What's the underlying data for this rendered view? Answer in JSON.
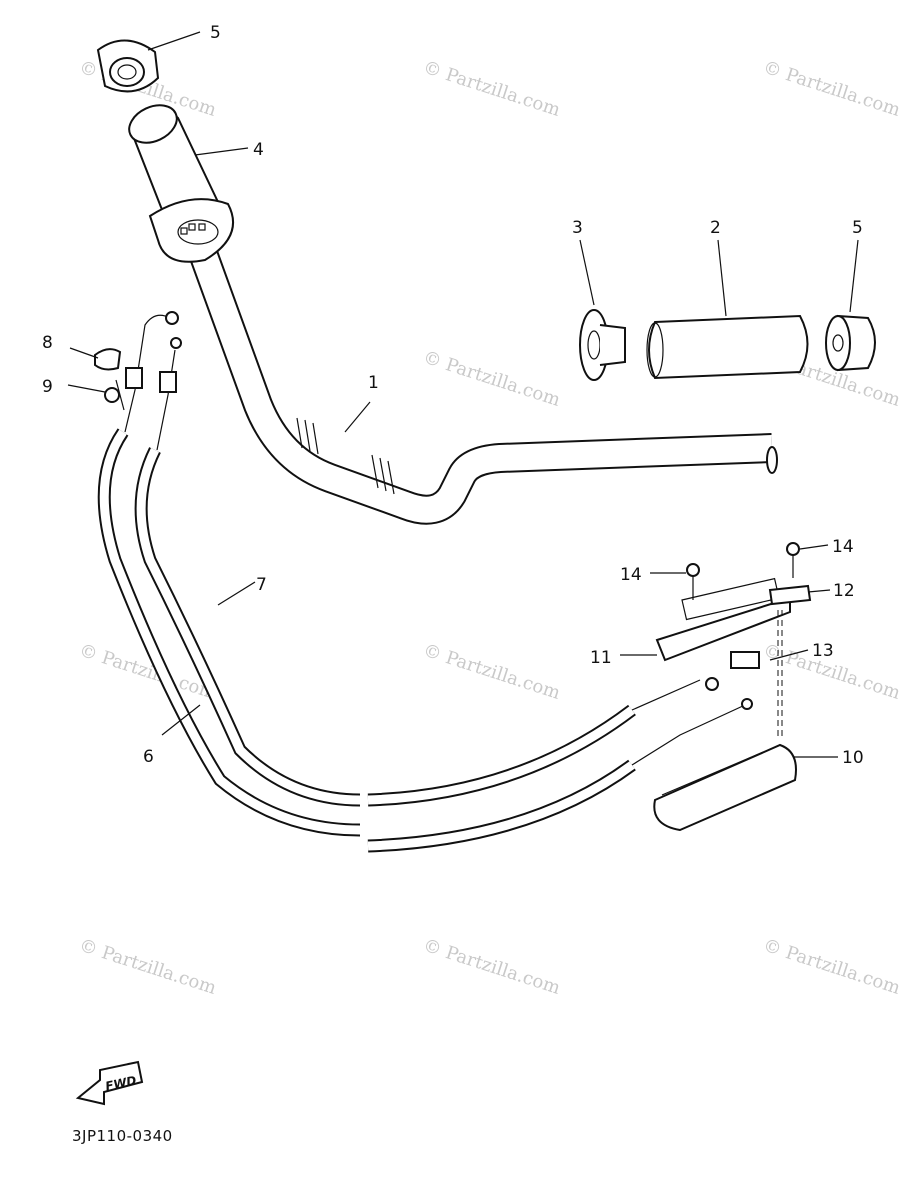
{
  "watermark_text": "© Partzilla.com",
  "callouts": [
    "1",
    "2",
    "3",
    "4",
    "5",
    "5",
    "6",
    "7",
    "8",
    "9",
    "10",
    "11",
    "12",
    "13",
    "14",
    "14"
  ],
  "fwd_label": "FWD",
  "diagram_code": "3JP110-0340"
}
